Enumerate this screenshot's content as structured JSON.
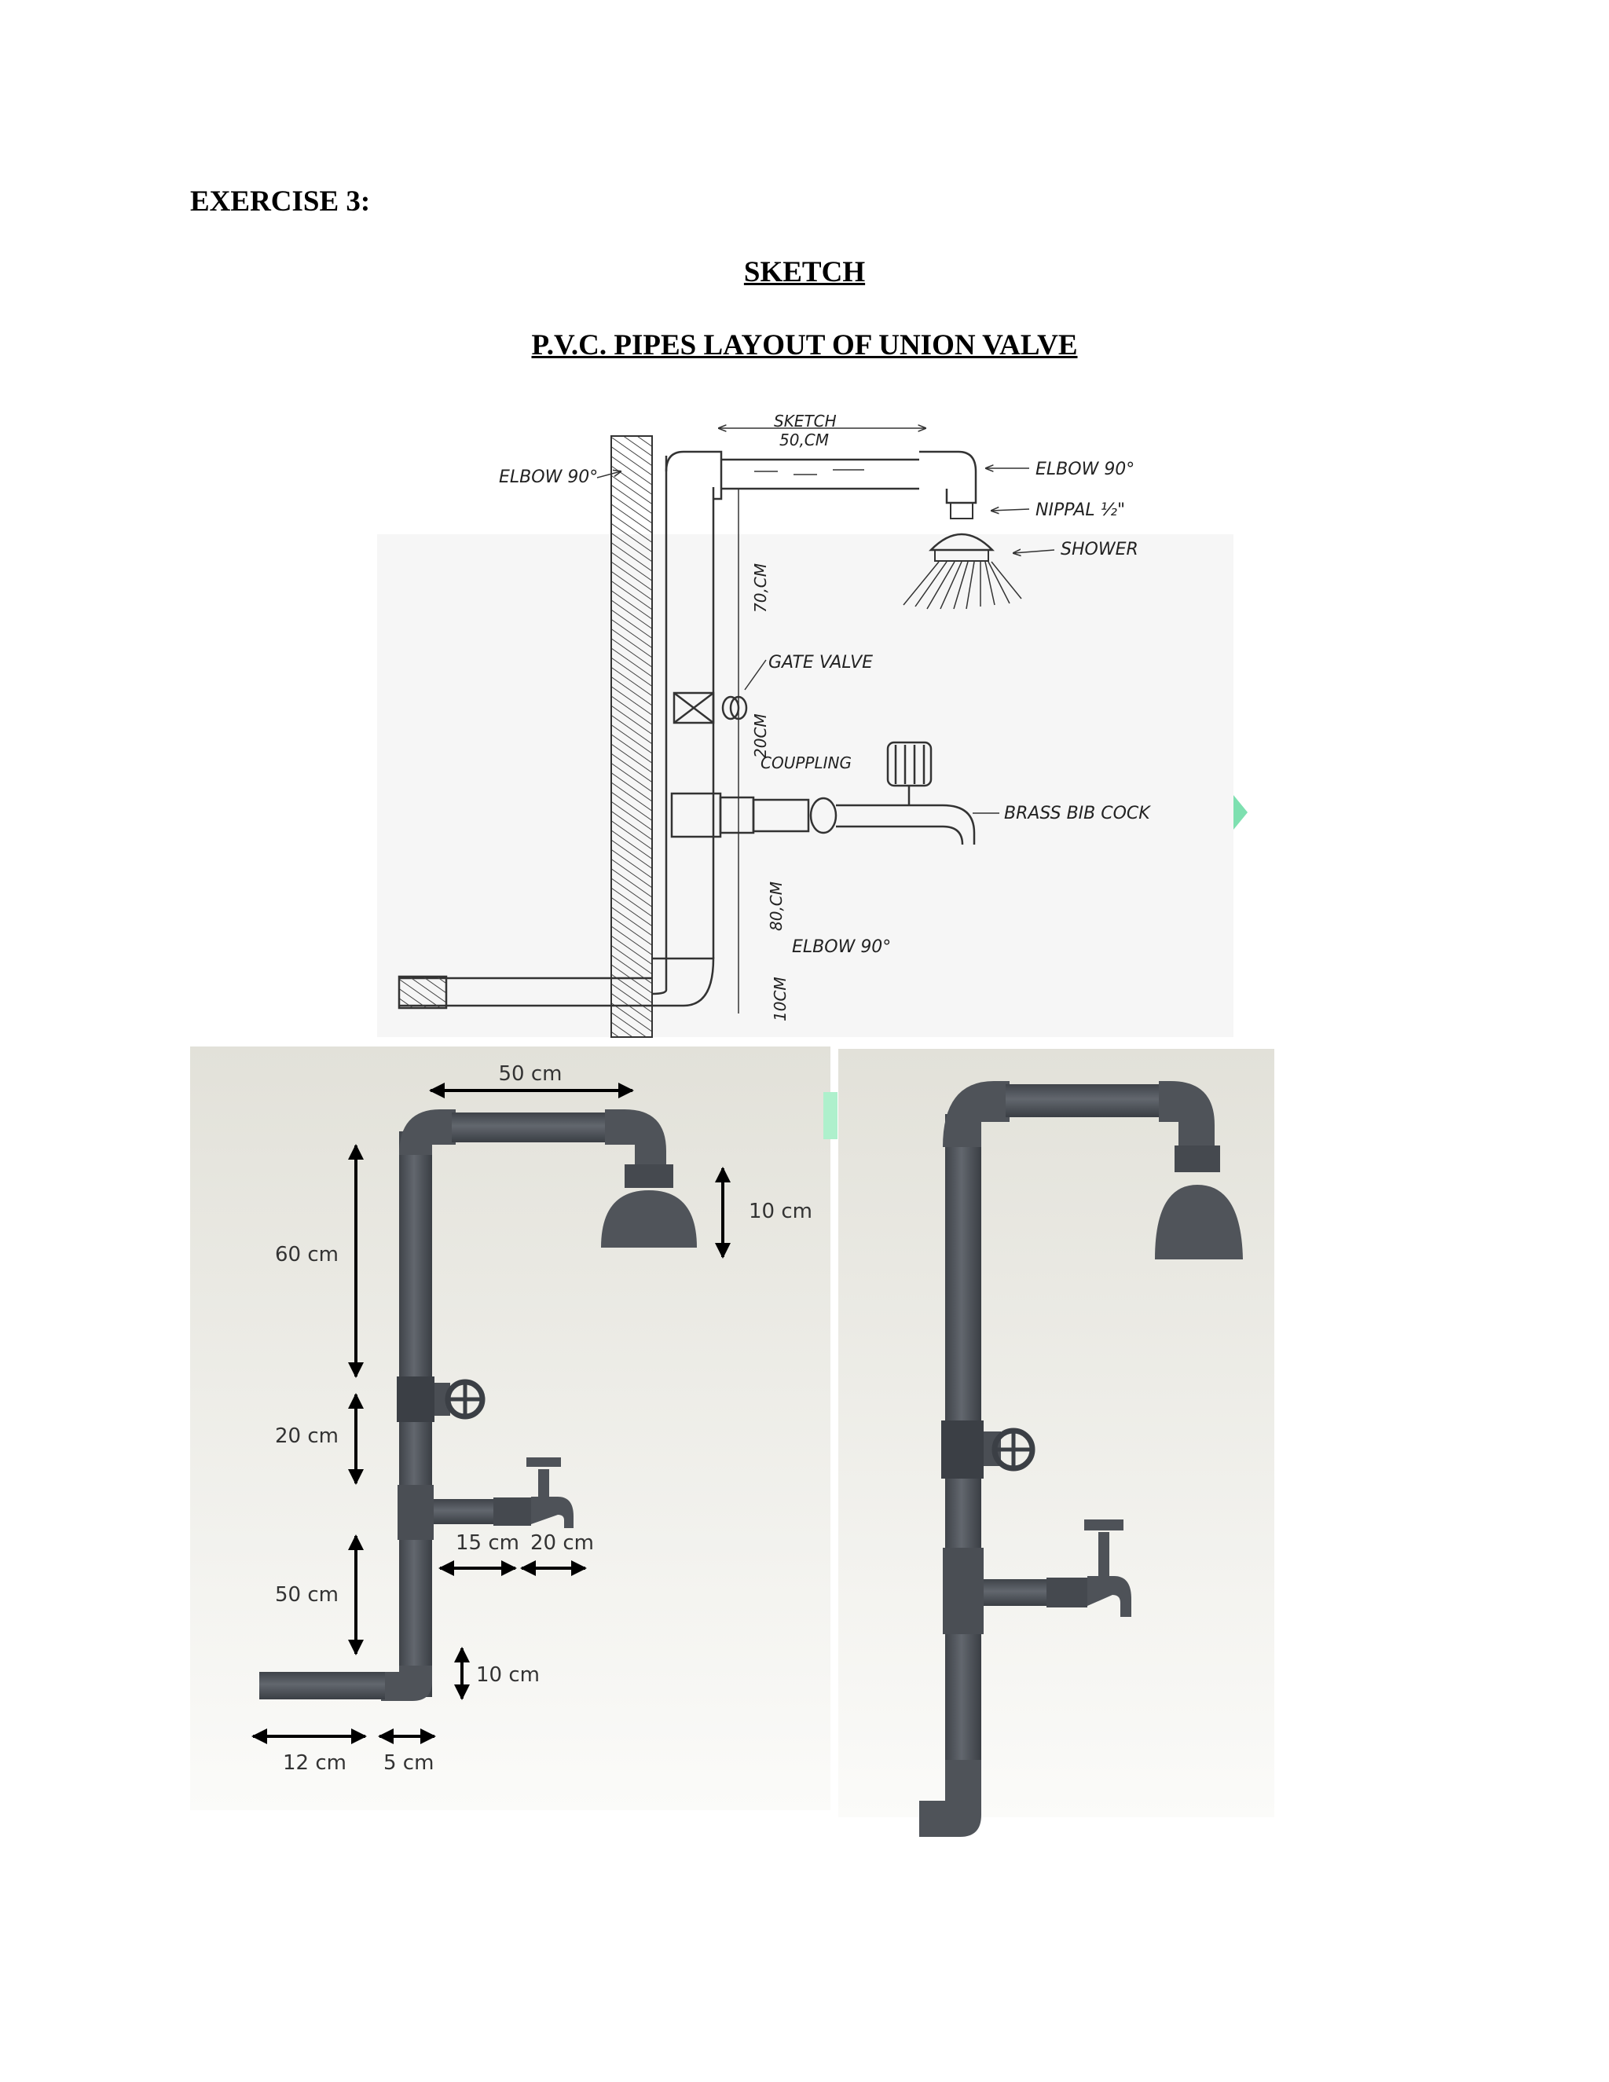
{
  "page": {
    "exercise_title": "EXERCISE 3:",
    "sketch_heading": "SKETCH",
    "layout_heading": "P.V.C. PIPES LAYOUT OF UNION VALVE"
  },
  "hand_sketch": {
    "labels": {
      "sketch": "SKETCH",
      "span": "50,CM",
      "elbow_left": "ELBOW 90°",
      "elbow_right": "ELBOW 90°",
      "nipple": "NIPPAL ½\"",
      "shower": "SHOWER",
      "gate_valve": "GATE VALVE",
      "upper_drop": "70,CM",
      "mid_drop": "20CM",
      "coupling": "COUPPLING",
      "bib_cock": "BRASS BIB COCK",
      "lower_drop": "80,CM",
      "elbow_bottom": "ELBOW 90°",
      "bottom": "10CM"
    }
  },
  "render_dimensioned": {
    "dimensions": {
      "top_span": "50 cm",
      "shower_height": "10 cm",
      "upper_riser": "60 cm",
      "valve_section": "20 cm",
      "branch_pipe": "15 cm",
      "bib_cock": "20 cm",
      "lower_riser": "50 cm",
      "elbow": "10 cm",
      "inlet_pipe": "12 cm",
      "inlet_offset": "5 cm"
    }
  },
  "render_plain": {},
  "colors": {
    "pipe": "#55595f",
    "pipe_dark": "#3e4248",
    "render_bg": "#eceae4",
    "text": "#000000"
  }
}
